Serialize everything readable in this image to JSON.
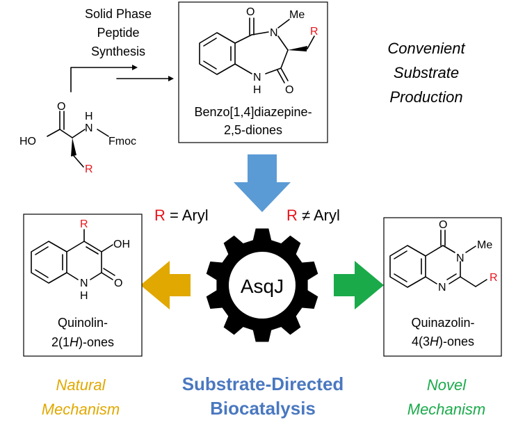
{
  "synthesis": {
    "line1": "Solid Phase",
    "line2": "Peptide",
    "line3": "Synthesis"
  },
  "substrate_note": {
    "line1": "Convenient",
    "line2": "Substrate",
    "line3": "Production"
  },
  "amino_acid": {
    "ho": "HO",
    "o": "O",
    "nh": "H",
    "n": "N",
    "fmoc": "Fmoc",
    "r": "R"
  },
  "bzd": {
    "me": "Me",
    "n_top": "N",
    "o_top": "O",
    "nh_n": "N",
    "nh_h": "H",
    "o_bottom": "O",
    "r": "R",
    "name1": "Benzo[1,4]diazepine-",
    "name2": "2,5-diones"
  },
  "branch_left": {
    "r": "R",
    "rest": " = Aryl"
  },
  "branch_right": {
    "r": "R",
    "rest": " ≠ Aryl"
  },
  "gear": {
    "label": "AsqJ"
  },
  "quinolinone": {
    "r": "R",
    "oh": "OH",
    "o": "O",
    "n": "N",
    "h": "H",
    "name1": "Quinolin-",
    "name2_a": "2(1",
    "name2_h": "H",
    "name2_b": ")-ones"
  },
  "quinazolinone": {
    "o": "O",
    "n3": "N",
    "me": "Me",
    "n1": "N",
    "r": "R",
    "name1": "Quinazolin-",
    "name2_a": "4(3",
    "name2_h": "H",
    "name2_b": ")-ones"
  },
  "natural": {
    "line1": "Natural",
    "line2": "Mechanism"
  },
  "center": {
    "line1": "Substrate-Directed",
    "line2": "Biocatalysis"
  },
  "novel": {
    "line1": "Novel",
    "line2": "Mechanism"
  },
  "colors": {
    "red": "#e8141b",
    "blue_arrow": "#5b9bd5",
    "gold": "#e0a800",
    "green": "#1aaa4a",
    "center_text": "#4a78c0"
  }
}
